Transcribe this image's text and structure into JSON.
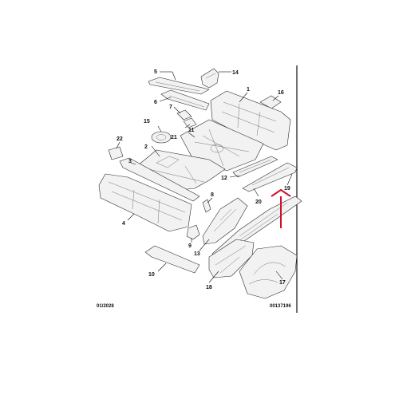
{
  "diagram": {
    "footer_left": "01/2028",
    "footer_right": "00137196",
    "callouts": [
      {
        "id": "c1",
        "label": "1"
      },
      {
        "id": "c2",
        "label": "2"
      },
      {
        "id": "c3",
        "label": "3"
      },
      {
        "id": "c4",
        "label": "4"
      },
      {
        "id": "c5",
        "label": "5"
      },
      {
        "id": "c6",
        "label": "6"
      },
      {
        "id": "c7",
        "label": "7"
      },
      {
        "id": "c8",
        "label": "8"
      },
      {
        "id": "c9",
        "label": "9"
      },
      {
        "id": "c10",
        "label": "10"
      },
      {
        "id": "c11",
        "label": "11"
      },
      {
        "id": "c12",
        "label": "12"
      },
      {
        "id": "c13",
        "label": "13"
      },
      {
        "id": "c14",
        "label": "14"
      },
      {
        "id": "c15",
        "label": "15"
      },
      {
        "id": "c16",
        "label": "16"
      },
      {
        "id": "c17",
        "label": "17"
      },
      {
        "id": "c18",
        "label": "18"
      },
      {
        "id": "c19",
        "label": "19"
      },
      {
        "id": "c20",
        "label": "20"
      },
      {
        "id": "c21",
        "label": "21"
      },
      {
        "id": "c22",
        "label": "22"
      }
    ],
    "highlight_color": "#d0112b",
    "line_color": "#111111"
  }
}
